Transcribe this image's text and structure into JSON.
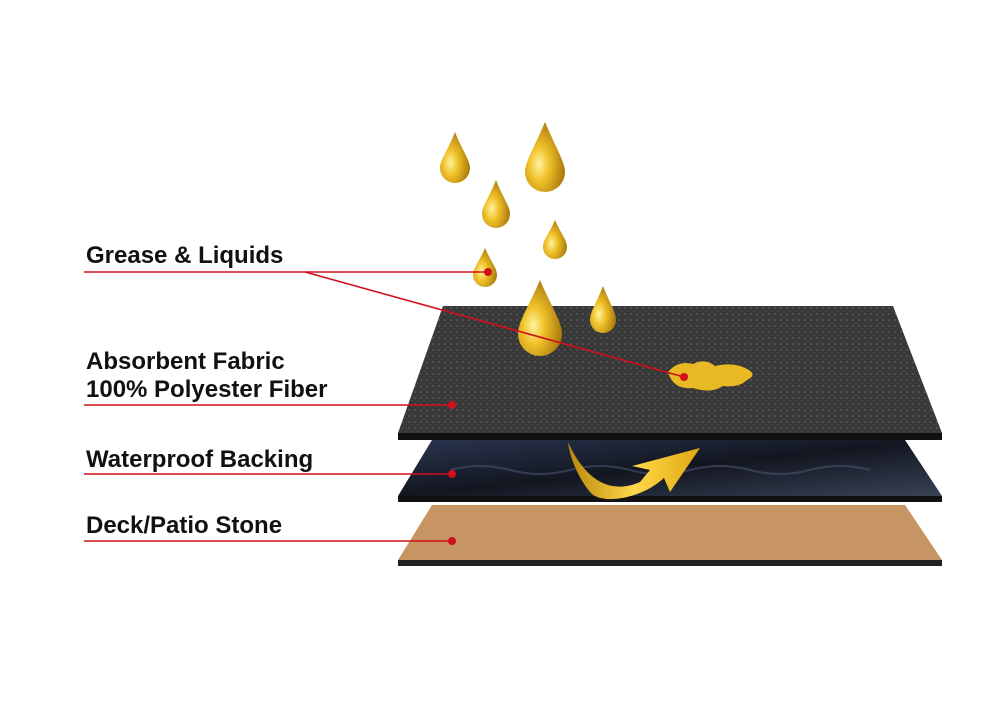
{
  "labels": {
    "grease": "Grease & Liquids",
    "fabric_line1": "Absorbent Fabric",
    "fabric_line2": "100% Polyester Fiber",
    "backing": "Waterproof Backing",
    "stone": "Deck/Patio Stone"
  },
  "colors": {
    "leader_line": "#d0101c",
    "drop": "#e3b21c",
    "fabric": "#3a3a3a",
    "backing": "#1c2230",
    "stone": "#c69563",
    "arrow": "#e8b923"
  }
}
